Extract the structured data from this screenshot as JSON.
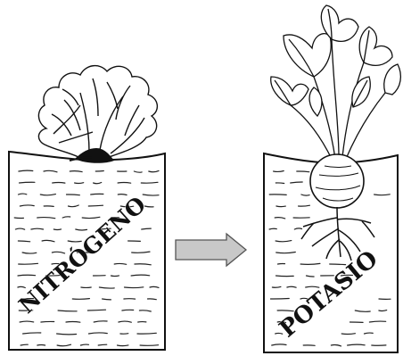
{
  "panels": {
    "left": {
      "label": "NITRÓGENO",
      "plant": "lettuce"
    },
    "right": {
      "label": "POTASIO",
      "plant": "beet"
    }
  },
  "arrow": {
    "direction": "right",
    "color": "#c8c8c8"
  },
  "colors": {
    "ink": "#111111",
    "background": "#ffffff"
  }
}
